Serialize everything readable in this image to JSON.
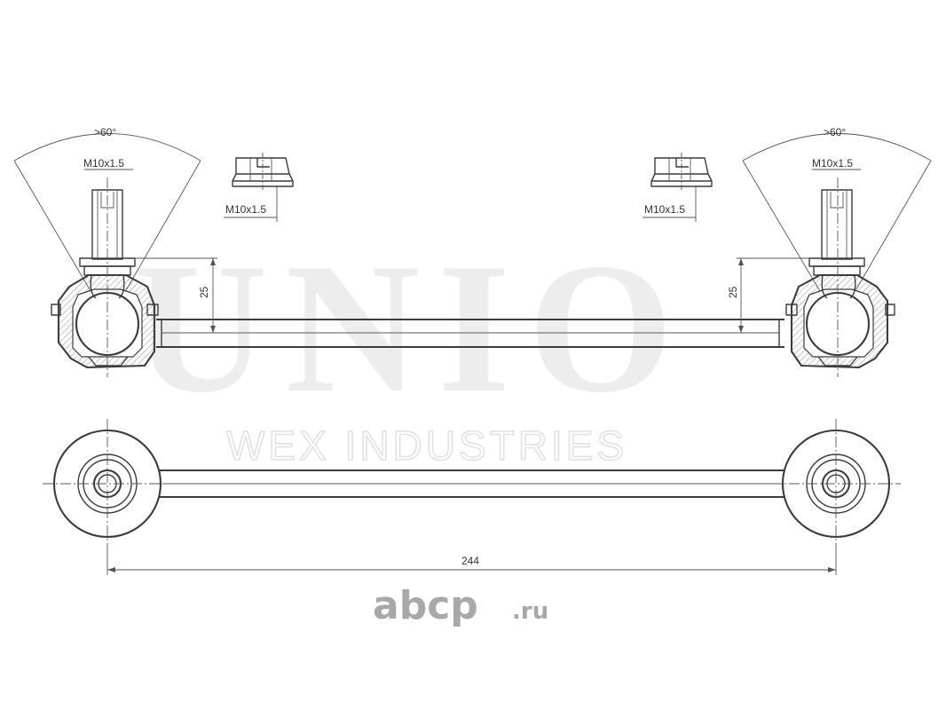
{
  "watermark": {
    "brand": "UNIO",
    "company": "WEX INDUSTRIES"
  },
  "labels": {
    "angle_left": ">60°",
    "angle_right": ">60°",
    "thread_stud_left": "M10x1.5",
    "thread_stud_right": "M10x1.5",
    "thread_nut_left": "M10x1.5",
    "thread_nut_right": "M10x1.5",
    "height_left": "25",
    "height_right": "25",
    "length": "244"
  },
  "site_logo": {
    "main": "abcp",
    "suffix": ".ru"
  }
}
